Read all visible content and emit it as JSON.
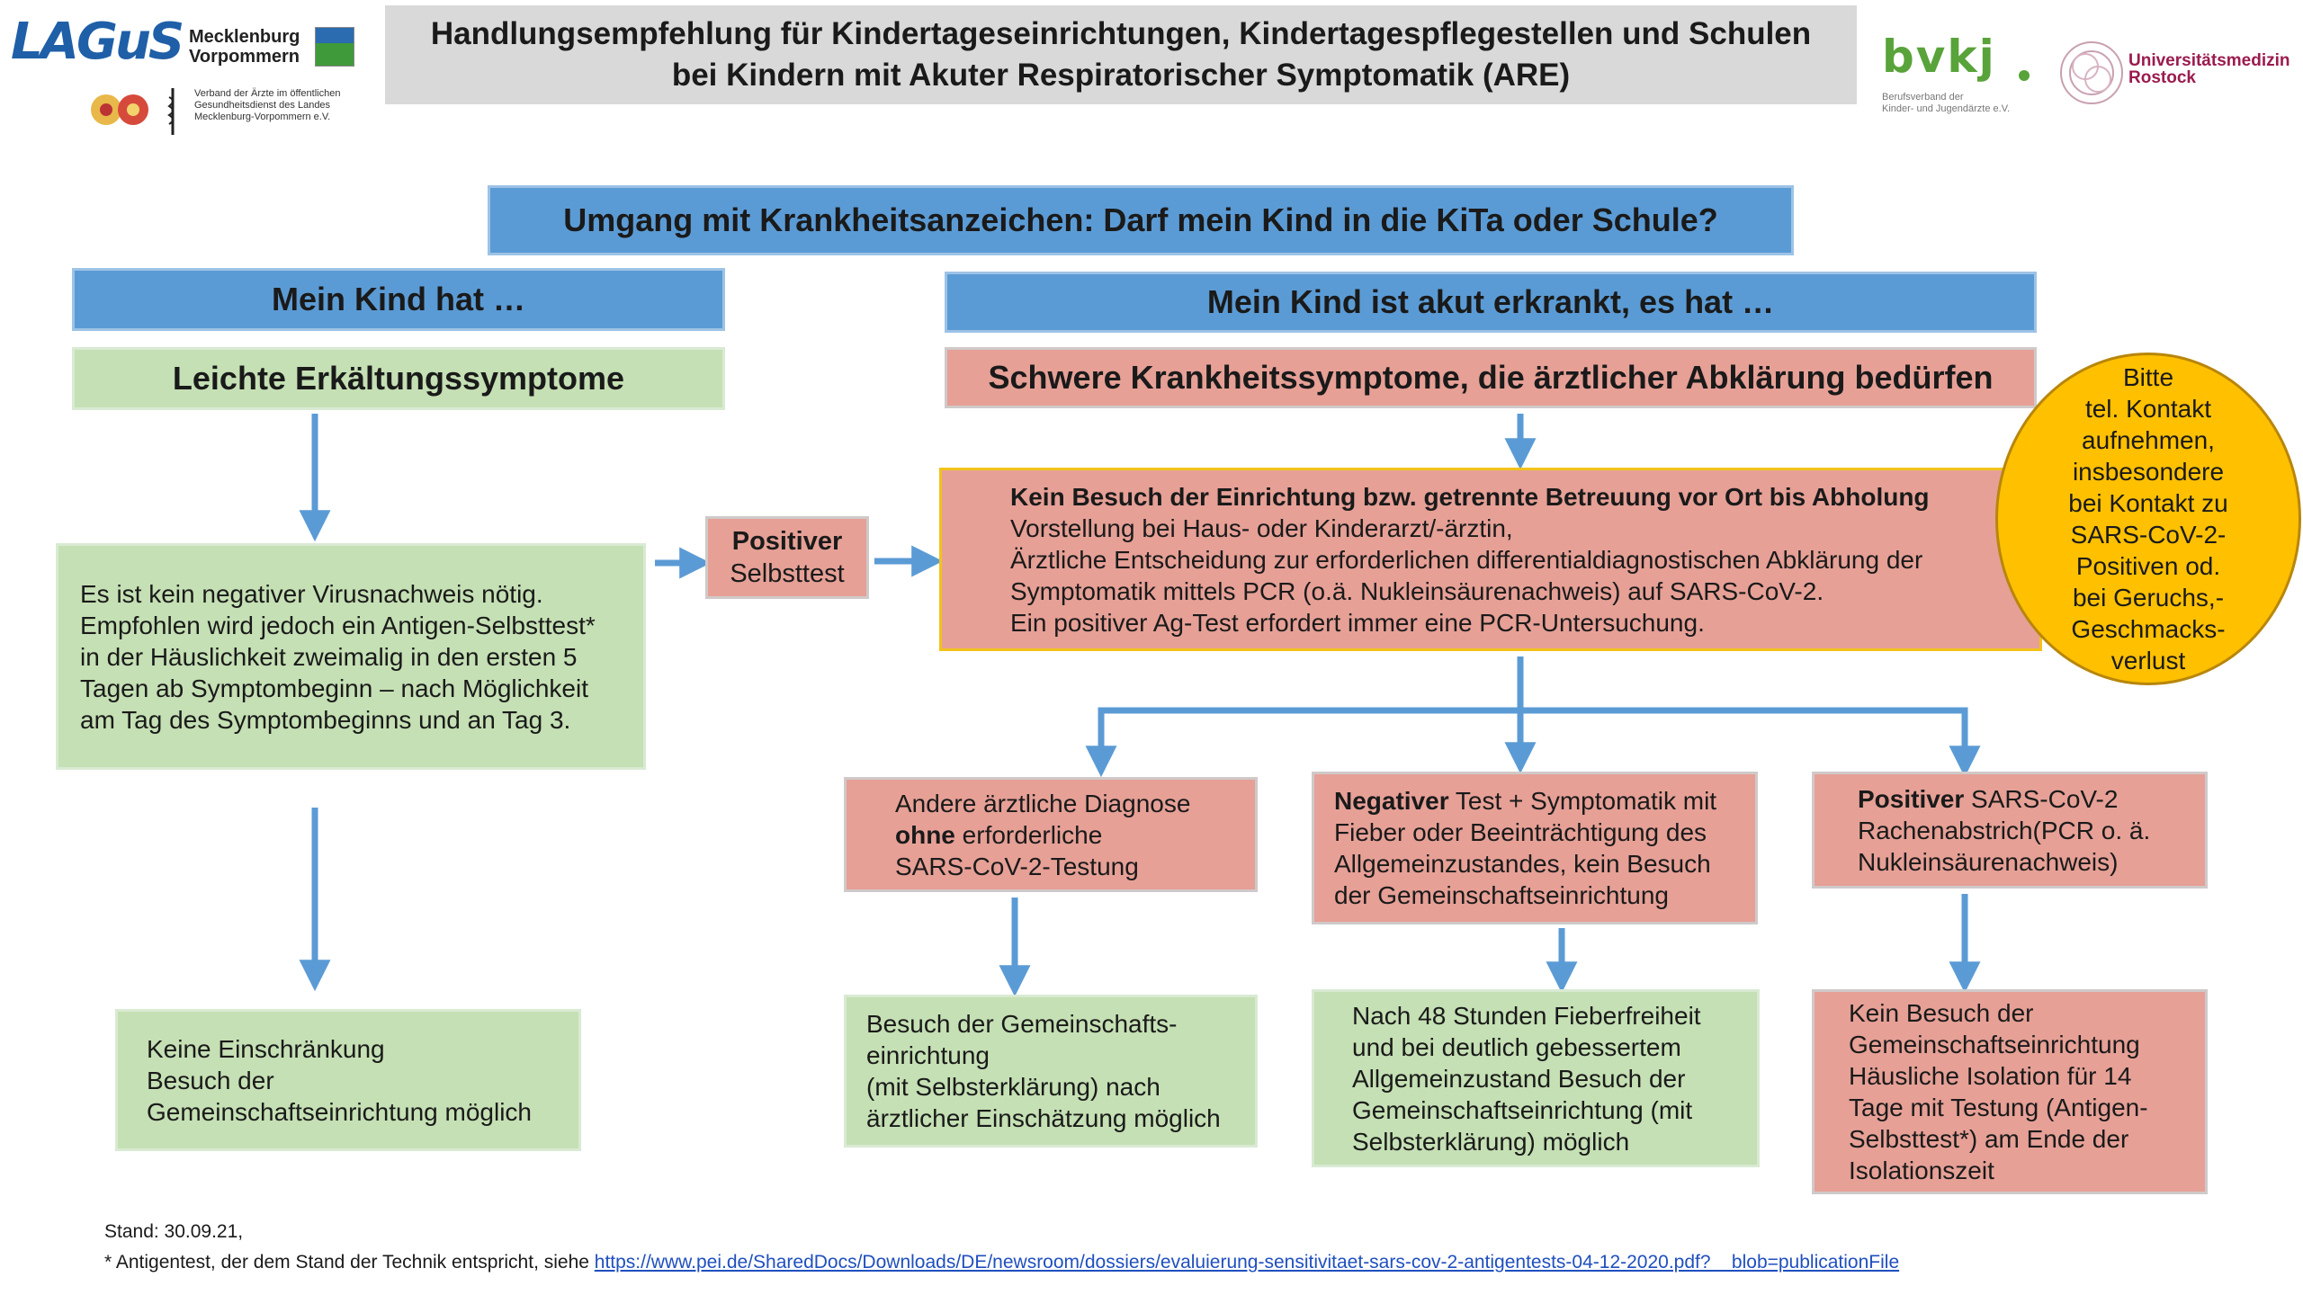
{
  "logos": {
    "lagus": "LAGuS",
    "mv_line1": "Mecklenburg",
    "mv_line2": "Vorpommern",
    "assoc_line1": "Verband der Ärzte im öffentlichen",
    "assoc_line2": "Gesundheitsdienst des Landes",
    "assoc_line3": "Mecklenburg-Vorpommern e.V.",
    "bvkj": "bvkj",
    "bvkj_line1": "Berufsverband der",
    "bvkj_line2": "Kinder- und Jugendärzte e.V.",
    "uni_line1": "Universitätsmedizin",
    "uni_line2": "Rostock"
  },
  "banner": {
    "line1": "Handlungsempfehlung für Kindertageseinrichtungen, Kindertagespflegestellen und Schulen",
    "line2": "bei Kindern mit Akuter Respiratorischer Symptomatik (ARE)"
  },
  "main_question": "Umgang mit Krankheitsanzeichen: Darf mein Kind in die KiTa oder Schule?",
  "left": {
    "header": "Mein Kind hat …",
    "category": "Leichte Erkältungssymptome",
    "advice_lines": [
      "Es ist kein negativer Virusnachweis nötig.",
      "Empfohlen wird jedoch ein Antigen-Selbsttest*",
      "in der Häuslichkeit zweimalig in den ersten 5",
      "Tagen ab Symptombeginn – nach Möglichkeit",
      "am Tag des Symptombeginns und an Tag 3."
    ],
    "result_lines": [
      "Keine Einschränkung",
      "Besuch der",
      "Gemeinschaftseinrichtung möglich"
    ]
  },
  "positive_selftest": {
    "line1": "Positiver",
    "line2": "Selbsttest"
  },
  "right": {
    "header": "Mein Kind ist akut erkrankt, es hat …",
    "category": "Schwere Krankheitssymptome, die ärztlicher Abklärung bedürfen",
    "no_visit": {
      "bold": "Kein Besuch der Einrichtung bzw. getrennte Betreuung vor Ort bis Abholung",
      "lines": [
        "Vorstellung bei Haus- oder Kinderarzt/-ärztin,",
        "Ärztliche Entscheidung zur erforderlichen differentialdiagnostischen Abklärung der",
        "Symptomatik mittels PCR (o.ä. Nukleinsäurenachweis) auf SARS-CoV-2.",
        "Ein positiver Ag-Test erfordert immer eine PCR-Untersuchung."
      ]
    },
    "call_notice": [
      "Bitte",
      "tel. Kontakt",
      "aufnehmen,",
      "insbesondere",
      "bei Kontakt zu",
      "SARS-CoV-2-",
      "Positiven od.",
      "bei Geruchs,-",
      "Geschmacks-",
      "verlust"
    ],
    "branch_other": {
      "l1": "Andere ärztliche Diagnose",
      "l2_bold": "ohne",
      "l2_rest": " erforderliche",
      "l3": "SARS-CoV-2-Testung"
    },
    "branch_negative": {
      "l1_bold": "Negativer",
      "l1_rest": " Test + Symptomatik mit",
      "l2": "Fieber oder Beeinträchtigung des",
      "l3": "Allgemeinzustandes, kein Besuch",
      "l4": "der Gemeinschaftseinrichtung"
    },
    "branch_positive": {
      "l1_bold": "Positiver",
      "l1_rest": " SARS-CoV-2",
      "l2": "Rachenabstrich(PCR o. ä.",
      "l3": "Nukleinsäurenachweis)"
    },
    "result_other": [
      "Besuch der Gemeinschafts-",
      "einrichtung",
      "(mit Selbsterklärung) nach",
      "ärztlicher Einschätzung möglich"
    ],
    "result_negative": [
      "Nach 48 Stunden Fieberfreiheit",
      "und bei deutlich gebessertem",
      "Allgemeinzustand Besuch der",
      "Gemeinschaftseinrichtung (mit",
      "Selbsterklärung) möglich"
    ],
    "result_positive": [
      "Kein Besuch der",
      "Gemeinschaftseinrichtung",
      "Häusliche Isolation für 14",
      "Tage mit Testung (Antigen-",
      "Selbsttest*) am Ende der",
      "Isolationszeit"
    ]
  },
  "footer": {
    "stand": "Stand: 30.09.21,",
    "note_prefix": "* Antigentest, der dem Stand der Technik entspricht, siehe ",
    "link": "https://www.pei.de/SharedDocs/Downloads/DE/newsroom/dossiers/evaluierung-sensitivitaet-sars-cov-2-antigentests-04-12-2020.pdf?__blob=publicationFile"
  },
  "colors": {
    "blue": "#5b9bd5",
    "green": "#c5e0b4",
    "red": "#e6a096",
    "yellow": "#ffc000",
    "arrow": "#5b9bd5",
    "banner": "#d9d9d9"
  }
}
